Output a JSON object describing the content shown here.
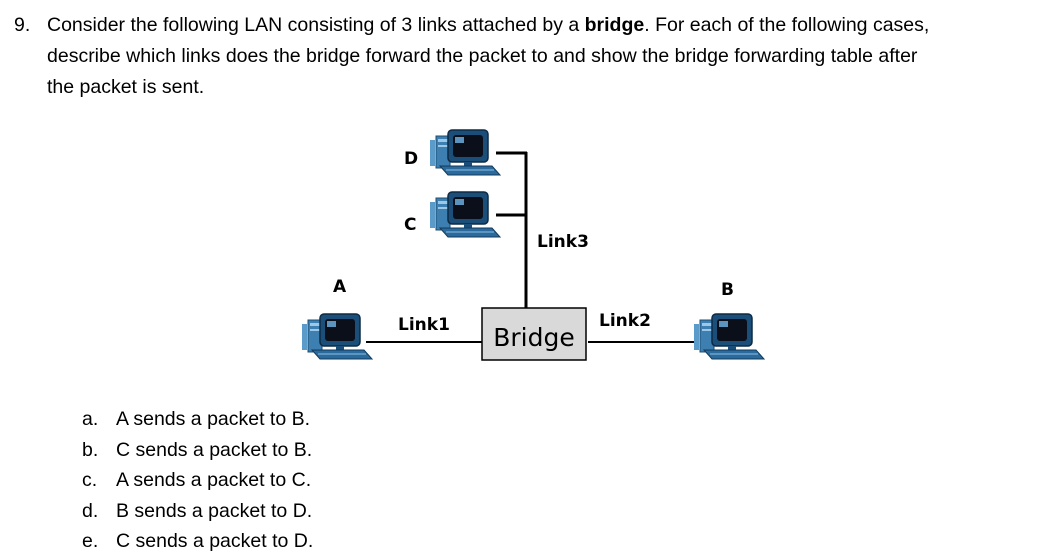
{
  "question": {
    "number": "9.",
    "line1_a": "Consider the following LAN consisting of 3 links attached by a ",
    "line1_bold": "bridge",
    "line1_b": ". For each of the following cases,",
    "line2": "describe which links does the bridge forward the packet to and show the bridge forwarding table after",
    "line3": "the packet is sent."
  },
  "diagram": {
    "hosts": [
      {
        "id": "A",
        "label": "A"
      },
      {
        "id": "B",
        "label": "B"
      },
      {
        "id": "C",
        "label": "C"
      },
      {
        "id": "D",
        "label": "D"
      }
    ],
    "bridge_label": "Bridge",
    "links": [
      "Link1",
      "Link2",
      "Link3"
    ],
    "icon": "desktop-computer-icon"
  },
  "cases": [
    {
      "letter": "a.",
      "text": "A sends a packet to B."
    },
    {
      "letter": "b.",
      "text": "C sends a packet to B."
    },
    {
      "letter": "c.",
      "text": "A sends a packet to C."
    },
    {
      "letter": "d.",
      "text": "B sends a packet to D."
    },
    {
      "letter": "e.",
      "text": "C sends a packet to D."
    }
  ]
}
